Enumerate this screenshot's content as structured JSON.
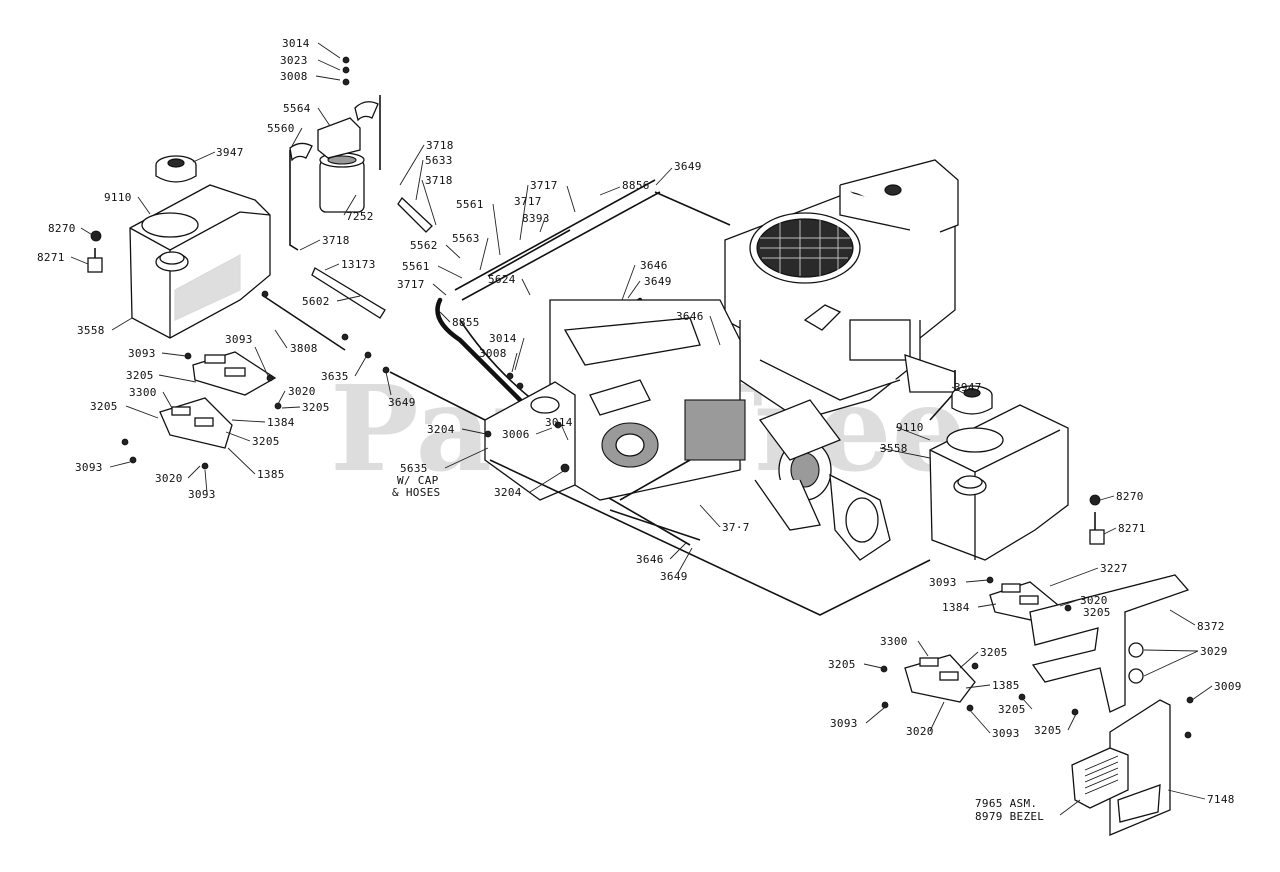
{
  "watermark": "PartsTree",
  "callouts": [
    {
      "id": "c1",
      "text": "3014"
    },
    {
      "id": "c2",
      "text": "3023"
    },
    {
      "id": "c3",
      "text": "3008"
    },
    {
      "id": "c4",
      "text": "5564"
    },
    {
      "id": "c5",
      "text": "5560"
    },
    {
      "id": "c6",
      "text": "3947"
    },
    {
      "id": "c7",
      "text": "9110"
    },
    {
      "id": "c8",
      "text": "8270"
    },
    {
      "id": "c9",
      "text": "8271"
    },
    {
      "id": "c10",
      "text": "3558"
    },
    {
      "id": "c11",
      "text": "7252"
    },
    {
      "id": "c12",
      "text": "3718"
    },
    {
      "id": "c13",
      "text": "5633"
    },
    {
      "id": "c14",
      "text": "3718"
    },
    {
      "id": "c15",
      "text": "3718"
    },
    {
      "id": "c16",
      "text": "13173"
    },
    {
      "id": "c17",
      "text": "3717"
    },
    {
      "id": "c18",
      "text": "8856"
    },
    {
      "id": "c19",
      "text": "3649"
    },
    {
      "id": "c20",
      "text": "5561"
    },
    {
      "id": "c21",
      "text": "3717"
    },
    {
      "id": "c22",
      "text": "8393"
    },
    {
      "id": "c23",
      "text": "5562"
    },
    {
      "id": "c24",
      "text": "5563"
    },
    {
      "id": "c25",
      "text": "5561"
    },
    {
      "id": "c26",
      "text": "3717"
    },
    {
      "id": "c27",
      "text": "5602"
    },
    {
      "id": "c28",
      "text": "3646"
    },
    {
      "id": "c29",
      "text": "3649"
    },
    {
      "id": "c30",
      "text": "5624"
    },
    {
      "id": "c31",
      "text": "8855"
    },
    {
      "id": "c32",
      "text": "3646"
    },
    {
      "id": "c33",
      "text": "3093"
    },
    {
      "id": "c34",
      "text": "3093"
    },
    {
      "id": "c35",
      "text": "3808"
    },
    {
      "id": "c36",
      "text": "3014"
    },
    {
      "id": "c37",
      "text": "3008"
    },
    {
      "id": "c38",
      "text": "3205"
    },
    {
      "id": "c39",
      "text": "3300"
    },
    {
      "id": "c40",
      "text": "3020"
    },
    {
      "id": "c41",
      "text": "3205"
    },
    {
      "id": "c42",
      "text": "3635"
    },
    {
      "id": "c43",
      "text": "3649"
    },
    {
      "id": "c44",
      "text": "3205"
    },
    {
      "id": "c45",
      "text": "1384"
    },
    {
      "id": "c46",
      "text": "3205"
    },
    {
      "id": "c47",
      "text": "3204"
    },
    {
      "id": "c48",
      "text": "3006"
    },
    {
      "id": "c49",
      "text": "3014"
    },
    {
      "id": "c50",
      "text": "3947"
    },
    {
      "id": "c51",
      "text": "9110"
    },
    {
      "id": "c52",
      "text": "3558"
    },
    {
      "id": "c53",
      "text": "3093"
    },
    {
      "id": "c54",
      "text": "3020"
    },
    {
      "id": "c55",
      "text": "1385"
    },
    {
      "id": "c56",
      "text": "3093"
    },
    {
      "id": "c57",
      "text": "5635"
    },
    {
      "id": "c58",
      "text": "W/ CAP"
    },
    {
      "id": "c59",
      "text": "& HOSES"
    },
    {
      "id": "c60",
      "text": "3204"
    },
    {
      "id": "c61",
      "text": "37·7"
    },
    {
      "id": "c62",
      "text": "8270"
    },
    {
      "id": "c63",
      "text": "8271"
    },
    {
      "id": "c64",
      "text": "3646"
    },
    {
      "id": "c65",
      "text": "3649"
    },
    {
      "id": "c66",
      "text": "3093"
    },
    {
      "id": "c67",
      "text": "3227"
    },
    {
      "id": "c68",
      "text": "1384"
    },
    {
      "id": "c69",
      "text": "3020"
    },
    {
      "id": "c70",
      "text": "3205"
    },
    {
      "id": "c71",
      "text": "8372"
    },
    {
      "id": "c72",
      "text": "3300"
    },
    {
      "id": "c73",
      "text": "3205"
    },
    {
      "id": "c74",
      "text": "3029"
    },
    {
      "id": "c75",
      "text": "3205"
    },
    {
      "id": "c76",
      "text": "1385"
    },
    {
      "id": "c77",
      "text": "3009"
    },
    {
      "id": "c78",
      "text": "3093"
    },
    {
      "id": "c79",
      "text": "3020"
    },
    {
      "id": "c80",
      "text": "3093"
    },
    {
      "id": "c81",
      "text": "3205"
    },
    {
      "id": "c82",
      "text": "3205"
    },
    {
      "id": "c83",
      "text": "7965 ASM."
    },
    {
      "id": "c84",
      "text": "8979 BEZEL"
    },
    {
      "id": "c85",
      "text": "7148"
    }
  ]
}
